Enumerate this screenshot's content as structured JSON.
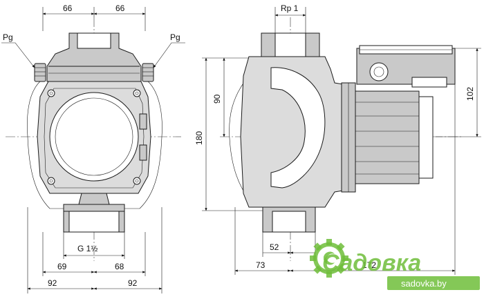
{
  "front_view": {
    "top_left": "66",
    "top_right": "66",
    "gauge_left": "Pg",
    "gauge_right": "Pg",
    "thread": "G 1½",
    "bottom_left_inner": "69",
    "bottom_right_inner": "68",
    "bottom_left_outer": "92",
    "bottom_right_outer": "92"
  },
  "side_view": {
    "top_thread": "Rp 1",
    "height_total": "180",
    "height_upper": "90",
    "motor_height": "102",
    "port_width": "52",
    "left_depth": "73",
    "total_depth": "172"
  },
  "watermark": {
    "brand": "Садовка",
    "url": "sadovka.by",
    "brand_color": "#6fbe3a"
  }
}
